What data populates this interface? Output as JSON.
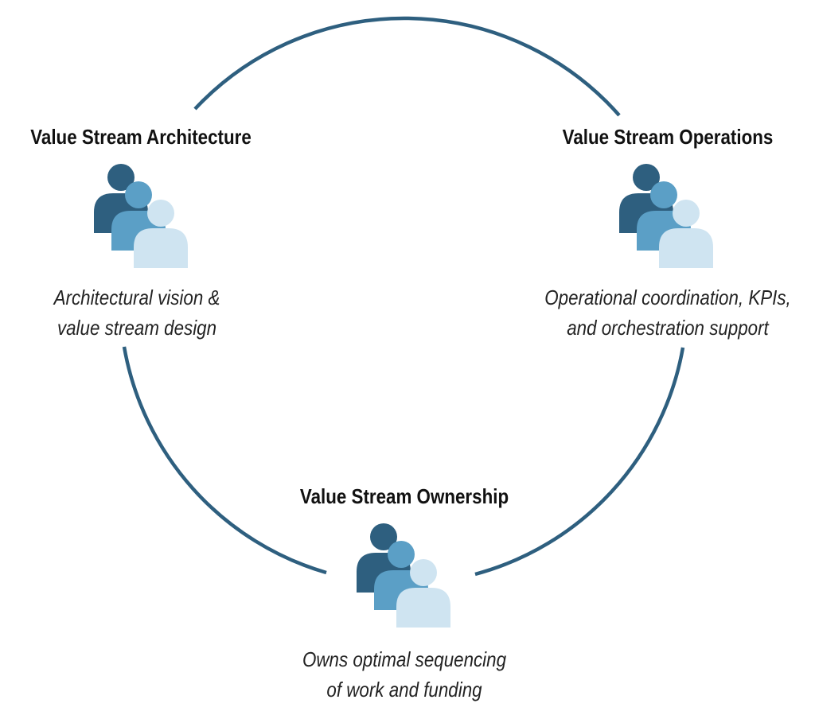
{
  "diagram": {
    "colors": {
      "ring": "#2e5f7f",
      "person_dark": "#2e5f7f",
      "person_mid": "#5b9fc6",
      "person_light": "#cfe4f1"
    },
    "roles": [
      {
        "title": "Value Stream Architecture",
        "icon": "team-icon",
        "description_lines": [
          "Architectural vision &",
          "value stream design"
        ]
      },
      {
        "title": "Value Stream Operations",
        "icon": "team-icon",
        "description_lines": [
          "Operational coordination, KPIs,",
          "and orchestration support"
        ]
      },
      {
        "title": "Value Stream Ownership",
        "icon": "team-icon",
        "description_lines": [
          "Owns optimal sequencing",
          "of work and funding"
        ]
      }
    ]
  }
}
